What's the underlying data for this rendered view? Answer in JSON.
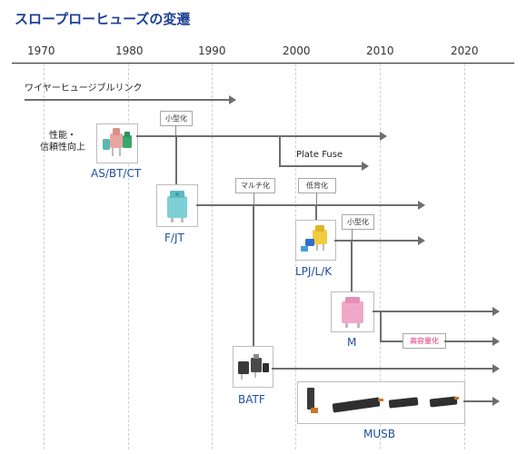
{
  "title": "スロープローヒューズの変遷",
  "years": [
    "1970",
    "1980",
    "1990",
    "2000",
    "2010",
    "2020"
  ],
  "line_labels": {
    "wire_fusible_link": "ワイヤーヒュージブルリンク",
    "plate_fuse": "Plate Fuse"
  },
  "callouts": {
    "performance_reliability": "性能・\n信頼性向上",
    "miniaturization_1": "小型化",
    "multi": "マルチ化",
    "low_cost": "低背化",
    "miniaturization_2": "小型化",
    "high_capacity": "高容量化"
  },
  "fuses": {
    "as_bt_ct": "AS/BT/CT",
    "f_jt": "F/JT",
    "lpj_l_k": "LPJ/L/K",
    "m": "M",
    "batf": "BATF",
    "musb": "MUSB"
  },
  "colors": {
    "title": "#1d3f94",
    "fuse_label": "#1e4f9d",
    "line": "#6e6e6e",
    "high_capacity_text": "#e0317a"
  }
}
